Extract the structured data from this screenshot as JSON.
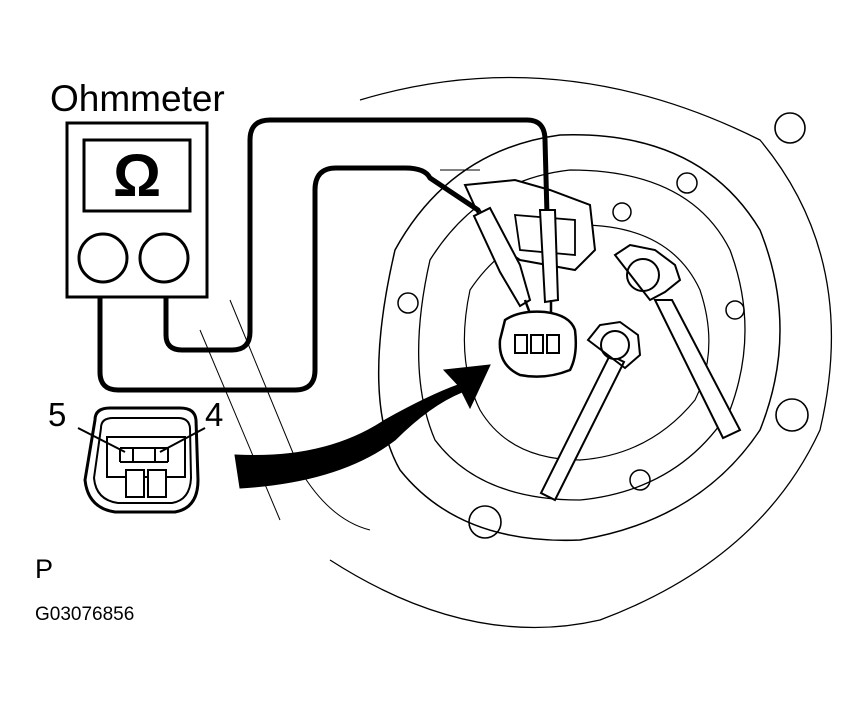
{
  "labels": {
    "meter": "Ohmmeter",
    "omega": "Ω",
    "pin_left": "5",
    "pin_right": "4",
    "view_code": "P",
    "figure_code": "G03076856"
  },
  "colors": {
    "ink": "#000000",
    "paper": "#ffffff"
  }
}
